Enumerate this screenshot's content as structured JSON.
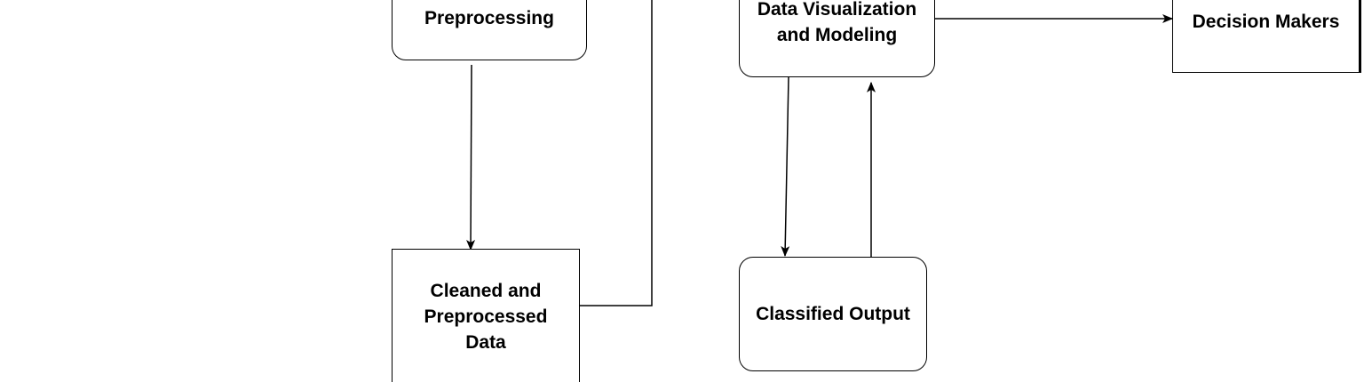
{
  "nodes": {
    "preprocessing": {
      "label": "Preprocessing"
    },
    "cleaned": {
      "label": "Cleaned and\nPreprocessed\nData"
    },
    "dataviz": {
      "label": "Data Visualization\nand Modeling"
    },
    "classified": {
      "label": "Classified Output"
    },
    "decision": {
      "label": "Decision Makers"
    }
  },
  "colors": {
    "stroke": "#000000",
    "fill": "#ffffff"
  }
}
